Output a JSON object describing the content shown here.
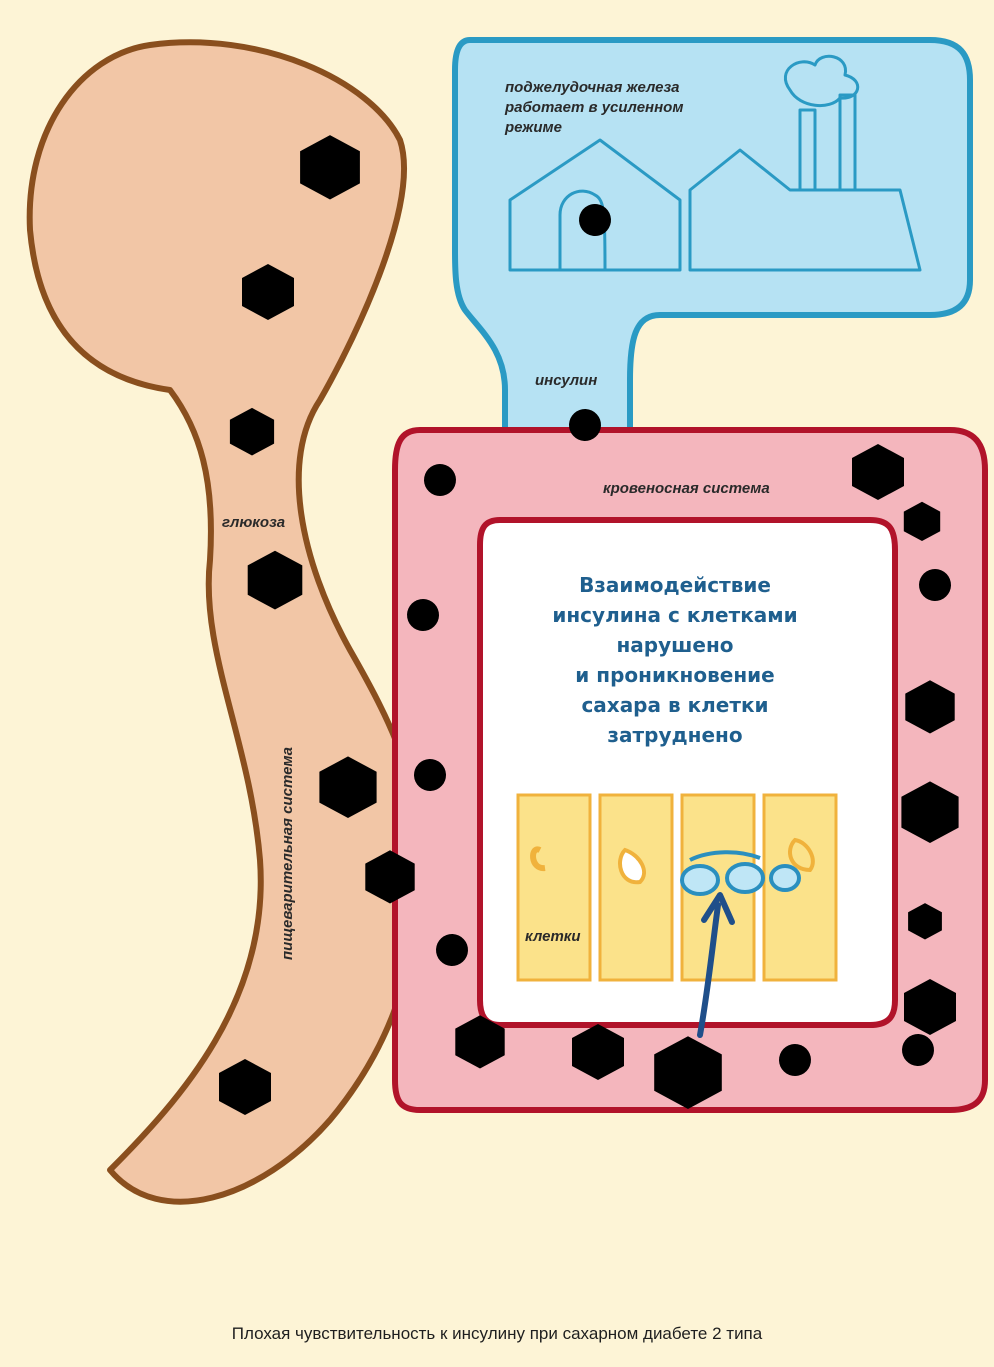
{
  "labels": {
    "pancreas_line1": "поджелудочная железа",
    "pancreas_line2": "работает в усиленном",
    "pancreas_line3": "режиме",
    "insulin": "инсулин",
    "blood_system": "кровеносная система",
    "glucose": "глюкоза",
    "digestive_system": "пищеварительная система",
    "cells": "клетки"
  },
  "main_message": {
    "line1": "Взаимодействие",
    "line2": "инсулина с клетками",
    "line3": "нарушено",
    "line4": "и проникновение",
    "line5": "сахара в клетки",
    "line6": "затруднено"
  },
  "caption": "Плохая чувствительность к инсулину при сахарном диабете 2 типа",
  "icons": [
    "sugar-cube-icon",
    "key-icon",
    "factory-icon",
    "arrow-up-icon"
  ],
  "colors": {
    "background": "#fdf4d6",
    "digestive": "#f2c6a6",
    "digestive_outline": "#8a4f1e",
    "pancreas": "#b6e2f3",
    "pancreas_outline": "#2a9ac4",
    "blood": "#f4b6bd",
    "blood_outline": "#b1132a",
    "cells": "#fbe28a",
    "cells_outline": "#f0b23c",
    "message": "#1f5f8e"
  }
}
